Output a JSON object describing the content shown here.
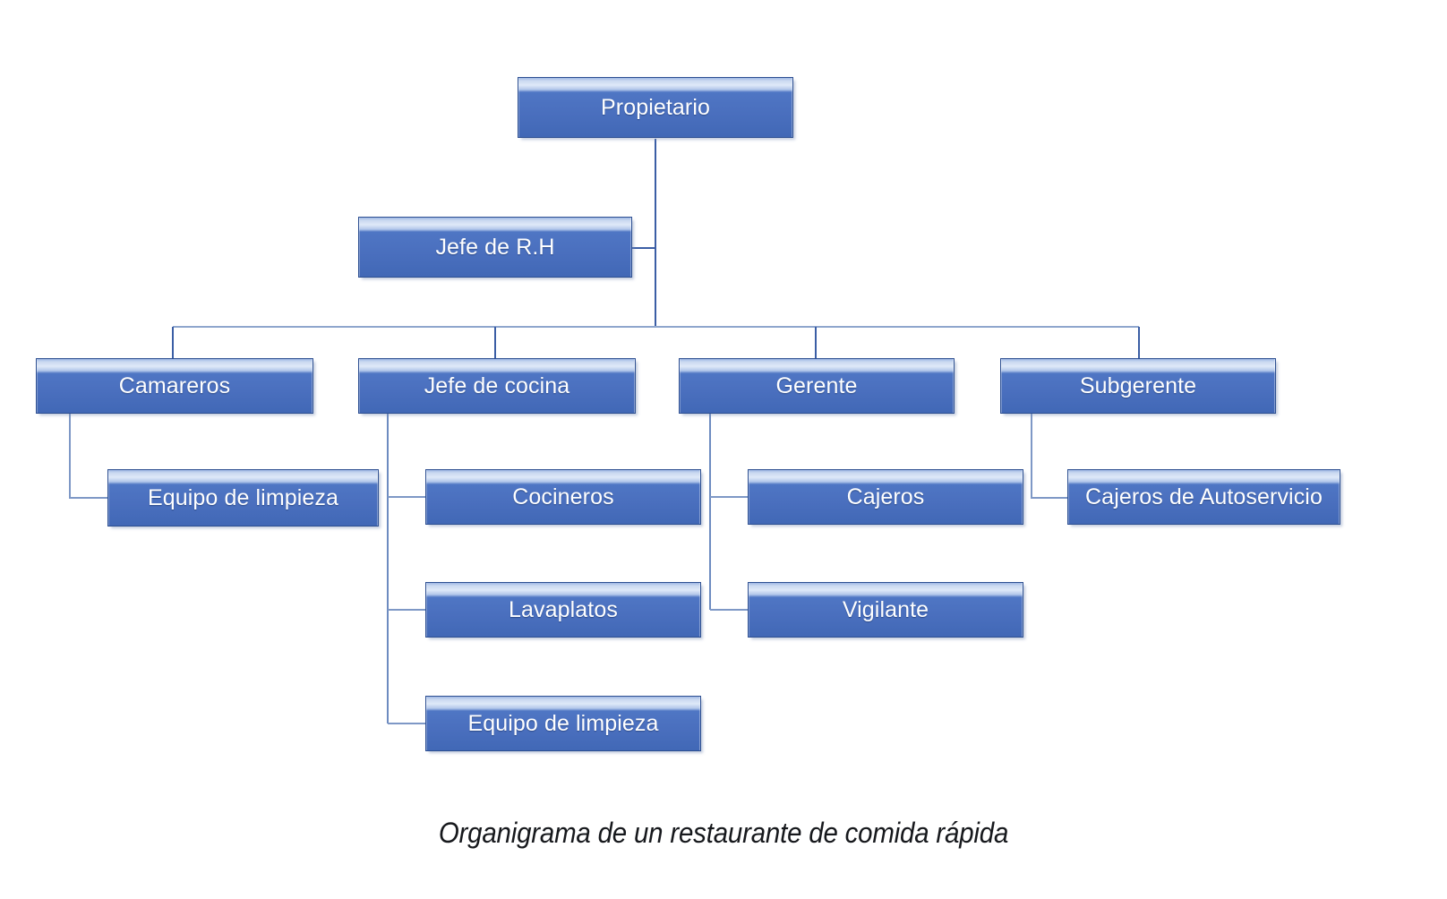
{
  "chart": {
    "type": "org-chart",
    "caption": "Organigrama de un restaurante de comida rápida",
    "background_color": "#ffffff",
    "box_fill_color": "#4a6fbe",
    "box_border_color": "#2d4f91",
    "box_highlight_color": "#dfe9f8",
    "box_text_color": "#ffffff",
    "connector_color": "#3b5ea5"
  },
  "nodes": {
    "propietario": {
      "label": "Propietario"
    },
    "jefe_rh": {
      "label": "Jefe de R.H"
    },
    "camareros": {
      "label": "Camareros"
    },
    "jefe_cocina": {
      "label": "Jefe de cocina"
    },
    "gerente": {
      "label": "Gerente"
    },
    "subgerente": {
      "label": "Subgerente"
    },
    "equipo_limpieza_1": {
      "label": "Equipo de limpieza"
    },
    "cocineros": {
      "label": "Cocineros"
    },
    "cajeros": {
      "label": "Cajeros"
    },
    "cajeros_autoservicio": {
      "label": "Cajeros de Autoservicio"
    },
    "lavaplatos": {
      "label": "Lavaplatos"
    },
    "vigilante": {
      "label": "Vigilante"
    },
    "equipo_limpieza_2": {
      "label": "Equipo de limpieza"
    }
  },
  "hierarchy": {
    "root": "Propietario",
    "assistant": "Jefe de R.H",
    "levels": [
      [
        "Propietario"
      ],
      [
        "Jefe de R.H"
      ],
      [
        "Camareros",
        "Jefe de cocina",
        "Gerente",
        "Subgerente"
      ],
      [
        "Equipo de limpieza",
        "Cocineros",
        "Cajeros",
        "Cajeros de Autoservicio"
      ],
      [
        "Lavaplatos",
        "Vigilante"
      ],
      [
        "Equipo de limpieza"
      ]
    ],
    "edges": [
      {
        "from": "Propietario",
        "to": "Jefe de R.H"
      },
      {
        "from": "Propietario",
        "to": "Camareros"
      },
      {
        "from": "Propietario",
        "to": "Jefe de cocina"
      },
      {
        "from": "Propietario",
        "to": "Gerente"
      },
      {
        "from": "Propietario",
        "to": "Subgerente"
      },
      {
        "from": "Camareros",
        "to": "Equipo de limpieza"
      },
      {
        "from": "Jefe de cocina",
        "to": "Cocineros"
      },
      {
        "from": "Jefe de cocina",
        "to": "Lavaplatos"
      },
      {
        "from": "Jefe de cocina",
        "to": "Equipo de limpieza"
      },
      {
        "from": "Gerente",
        "to": "Cajeros"
      },
      {
        "from": "Gerente",
        "to": "Vigilante"
      },
      {
        "from": "Subgerente",
        "to": "Cajeros de Autoservicio"
      }
    ]
  }
}
